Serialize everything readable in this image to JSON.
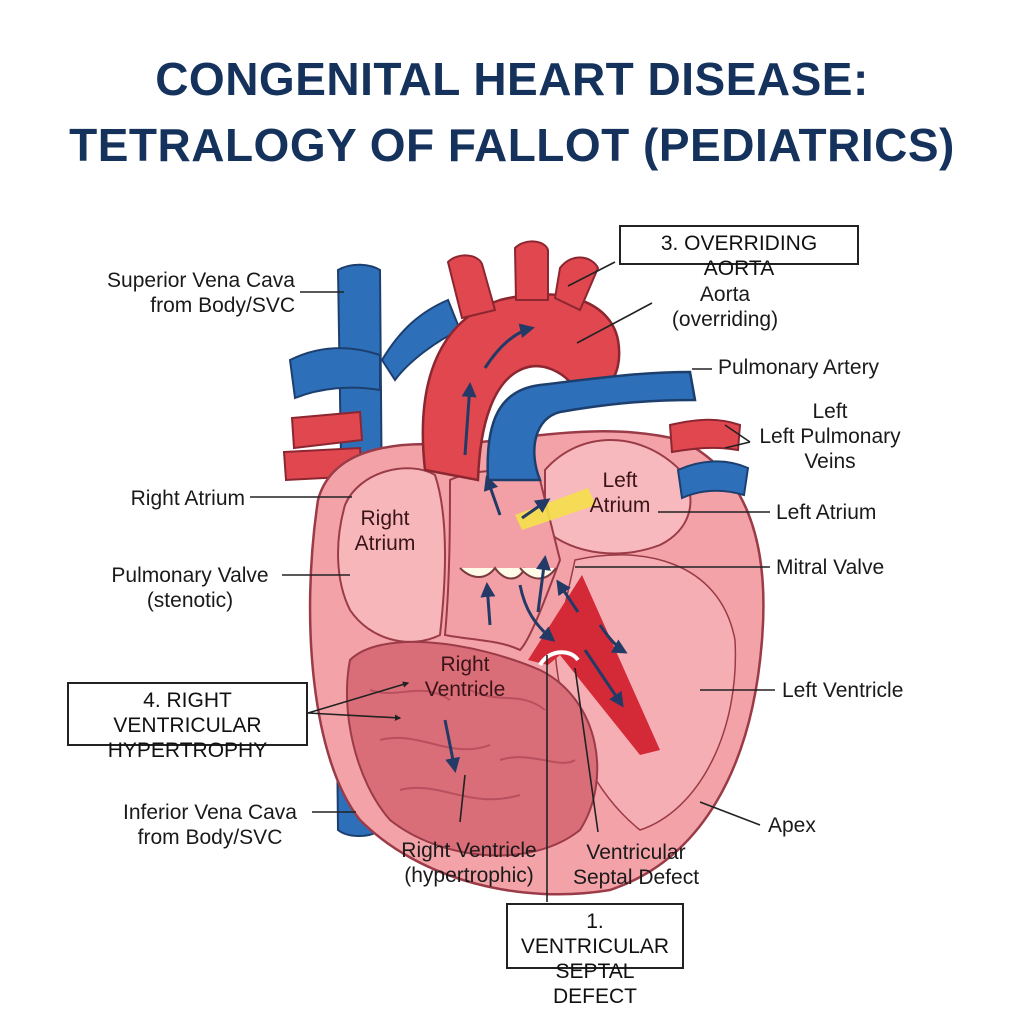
{
  "title": {
    "line1": "CONGENITAL HEART DISEASE:",
    "line2": "TETRALOGY OF FALLOT (PEDIATRICS)"
  },
  "labels": {
    "svc_1": "Superior Vena Cava",
    "svc_2": "from Body/SVC",
    "aorta_1": "Aorta",
    "aorta_2": "(overriding)",
    "pulmonary_artery": "Pulmonary Artery",
    "left_1": "Left",
    "left_pv_1": "Left Pulmonary",
    "left_pv_2": "Veins",
    "right_atrium": "Right Atrium",
    "left_atrium": "Left Atrium",
    "mitral_valve": "Mitral Valve",
    "pulmonary_valve_1": "Pulmonary Valve",
    "pulmonary_valve_2": "(stenotic)",
    "left_ventricle": "Left Ventricle",
    "ivc_1": "Inferior Vena Cava",
    "ivc_2": "from Body/SVC",
    "apex": "Apex",
    "rv_hyper_1": "Right Ventricle",
    "rv_hyper_2": "(hypertrophic)",
    "vsd_1": "Ventricular",
    "vsd_2": "Septal Defect"
  },
  "inner_labels": {
    "right_atrium_1": "Right",
    "right_atrium_2": "Atrium",
    "left_atrium_1": "Left",
    "left_atrium_2": "Atrium",
    "right_ventricle_1": "Right",
    "right_ventricle_2": "Ventricle"
  },
  "boxes": {
    "overriding_aorta": "3. OVERRIDING AORTA",
    "rvh_1": "4. RIGHT VENTRICULAR",
    "rvh_2": "HYPERTROPHY",
    "vsd_1": "1. VENTRICULAR",
    "vsd_2": "SEPTAL DEFECT"
  },
  "colors": {
    "title": "#14325c",
    "oxygenated": "#e0474f",
    "deoxygenated": "#2e6fba",
    "heart_tissue": "#f3a3a8",
    "muscle": "#d96d78",
    "flow_arrow": "#243a66",
    "highlight": "#f5e04a"
  }
}
